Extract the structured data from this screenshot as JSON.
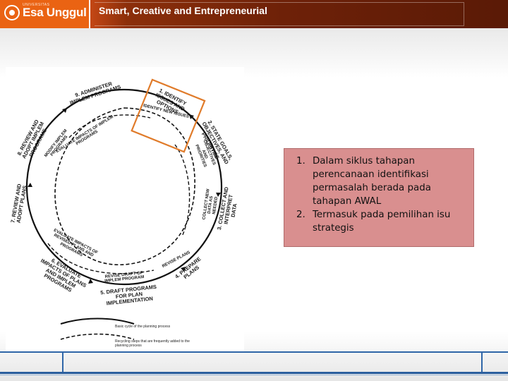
{
  "header": {
    "logo_small_text": "UNIVERSITAS",
    "logo_text": "Esa Unggul",
    "tagline": "Smart, Creative and Entrepreneurial"
  },
  "diagram": {
    "steps": {
      "step1": "1. IDENTIFY ISSUES AND OPTIONS",
      "step2": "2. STATE GOALS, OBJECTIVES, AND PRIORITIES",
      "step3": "3. COLLECT AND INTERPRET DATA",
      "step4": "4. PREPARE PLANS",
      "step5": "5. DRAFT PROGRAMS FOR PLAN IMPLEMENTATION",
      "step6": "6. EVALUATE IMPACTS OF PLANS AND IMPLEM PROGRAMS",
      "step7": "7. REVIEW AND ADOPT PLANS",
      "step8": "8. REVIEW AND ADOPT IMPLEM PROGRAMS",
      "step9": "9. ADMINISTER IMPLEM PROGRAMS"
    },
    "inner": {
      "identify_new_issues": "IDENTIFY NEW ISSUES",
      "revise_objectives": "REVISE OBJECTIVES AND PRIORITIES",
      "collect_new_data": "COLLECT NEW DATA AS NEEDED",
      "revise_plans": "REVISE PLANS",
      "revise_draft": "REVISE DRAFT OF IMPLEM PROGRAM",
      "evaluate_revised": "EVALUATE IMPACTS OF REVISED PLANS AND PROGRAMS",
      "modify_programs": "MODIFY IMPLEM PROGRAMS",
      "evaluate_impacts_prog": "EVALUATE IMPACTS OF IMPLEM PROGRAMS"
    },
    "legend": {
      "solid": "Basic cycle of the planning process",
      "dashed": "Recycling steps that are frequently added to the planning process"
    },
    "highlight_color": "#e07b2a"
  },
  "callout": {
    "items": [
      "Dalam siklus tahapan perencanaan identifikasi permasalah berada pada tahapan AWAL",
      "Termasuk pada pemilihan isu strategis"
    ],
    "background": "#d98f8f"
  },
  "colors": {
    "header_orange": "#ea6313",
    "header_dark": "#6e2108",
    "footer_blue": "#2f66a8"
  }
}
